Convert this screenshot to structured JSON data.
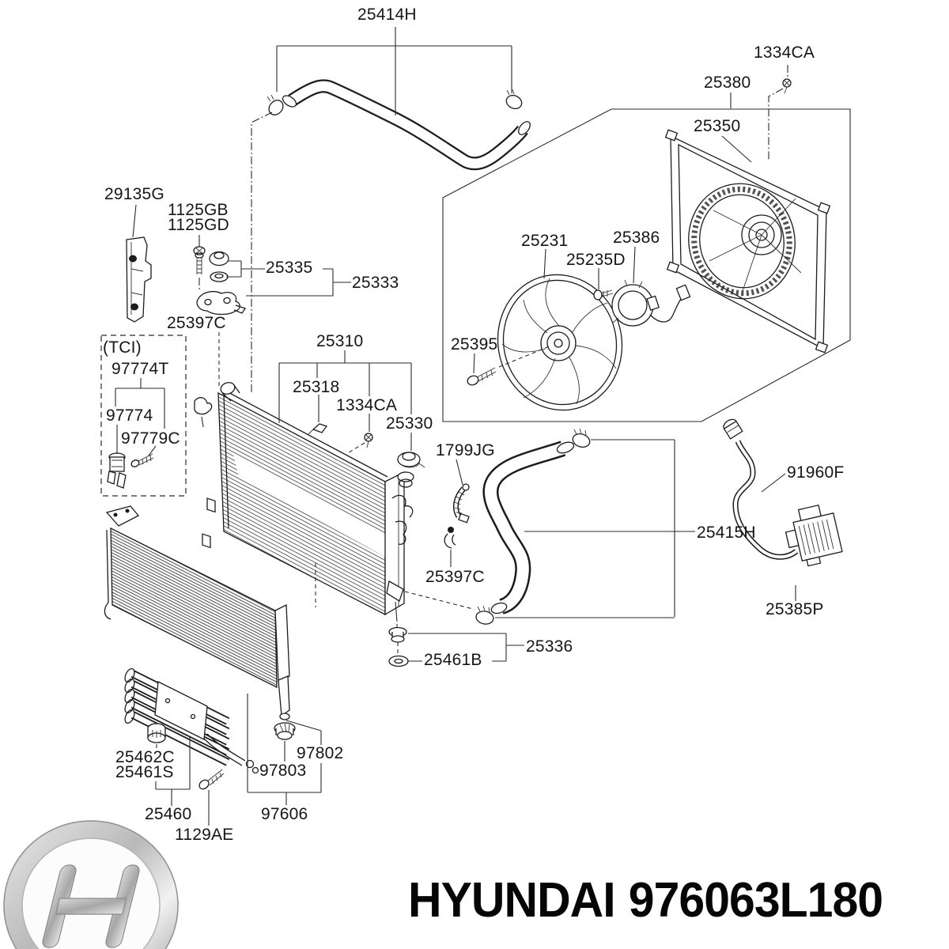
{
  "diagram": {
    "type": "exploded-parts-diagram",
    "subject": "radiator, cooling fan, condenser and hoses",
    "line_color": "#1c1c1c",
    "background_color": "#ffffff"
  },
  "labels": {
    "hose_upper": "25414H",
    "clip_screw_top": "1334CA",
    "fan_shroud_assembly": "25380",
    "fan_shroud": "25350",
    "air_guard": "29135G",
    "bolt_1125gb": "1125GB",
    "bolt_1125gd": "1125GD",
    "mounting_cushion": "25335",
    "mounting_bracket": "25333",
    "clip_upper": "25397C",
    "tci": "(TCI)",
    "sensor_assembly": "97774T",
    "sensor": "97774",
    "sensor_screw": "97779C",
    "fan_blade": "25231",
    "fan_motor": "25386",
    "motor_screw": "25235D",
    "fan_screw": "25395",
    "radiator": "25310",
    "radiator_clip": "25318",
    "clip_screw_mid": "1334CA",
    "radiator_cap": "25330",
    "hose_clip": "1799JG",
    "hose_lower": "25415H",
    "wiring_harness": "91960F",
    "resistor": "25385P",
    "clip_lower": "25397C",
    "insulator_assembly": "25336",
    "insulator": "25461B",
    "cooler_grommet": "25462C",
    "cooler_insulator": "25461S",
    "oil_cooler": "25460",
    "cooler_bolt": "1129AE",
    "condenser_grommet_a": "97802",
    "condenser_grommet_b": "97803",
    "condenser": "97606"
  },
  "footer": {
    "brand": "HYUNDAI",
    "part_number": "976063L180"
  }
}
